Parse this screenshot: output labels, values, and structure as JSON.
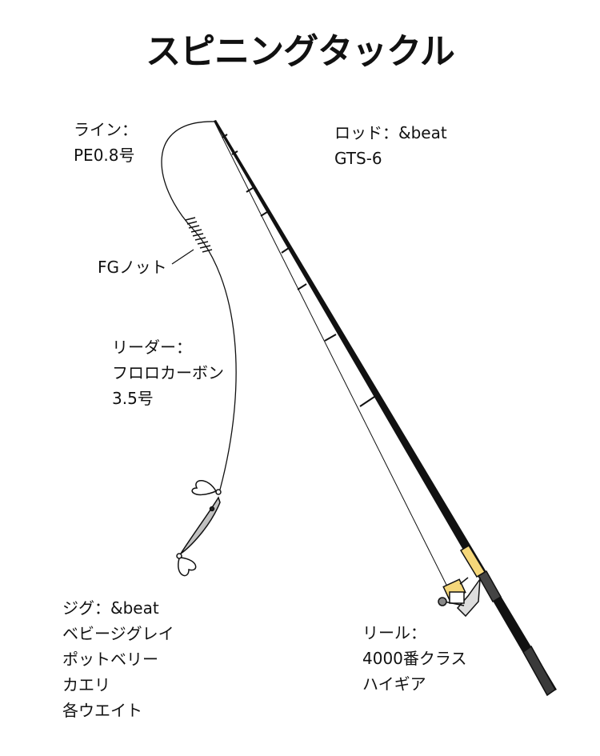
{
  "title": "スピニングタックル",
  "labels": {
    "line": [
      "ライン：",
      "PE0.8号"
    ],
    "rod": [
      "ロッド：&beat",
      "GTS-6"
    ],
    "knot": "FGノット",
    "leader": [
      "リーダー：",
      "フロロカーボン",
      "3.5号"
    ],
    "jig": [
      "ジグ：&beat",
      "ベビージグレイ",
      "ポットベリー",
      "カエリ",
      "各ウエイト"
    ],
    "reel": [
      "リール：",
      "4000番クラス",
      "ハイギア"
    ]
  },
  "colors": {
    "grip": "#f5d77a",
    "rod": "#111111",
    "handle": "#3a3a3a"
  }
}
